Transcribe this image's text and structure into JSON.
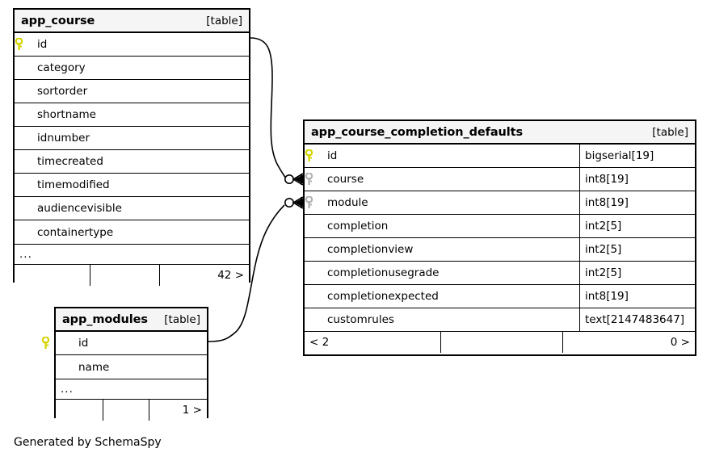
{
  "diagram": {
    "title": "SchemaSpy relationship diagram",
    "caption": "Generated by SchemaSpy",
    "background": "#ffffff",
    "line_color": "#000000",
    "header_bg": "#f5f5f5",
    "pk_key_color": "#d4d400",
    "fk_key_color": "#b3b3b3"
  },
  "tables": [
    {
      "id": "app_course",
      "name": "app_course",
      "tag": "[table]",
      "columns": [
        {
          "name": "id",
          "key": "primary",
          "type": ""
        },
        {
          "name": "category",
          "key": "none",
          "type": ""
        },
        {
          "name": "sortorder",
          "key": "none",
          "type": ""
        },
        {
          "name": "shortname",
          "key": "none",
          "type": ""
        },
        {
          "name": "idnumber",
          "key": "none",
          "type": ""
        },
        {
          "name": "timecreated",
          "key": "none",
          "type": ""
        },
        {
          "name": "timemodified",
          "key": "none",
          "type": ""
        },
        {
          "name": "audiencevisible",
          "key": "none",
          "type": ""
        },
        {
          "name": "containertype",
          "key": "none",
          "type": ""
        }
      ],
      "ellipsis": "...",
      "footer": {
        "left": "",
        "middle": "",
        "right": "42 >"
      }
    },
    {
      "id": "app_course_completion_defaults",
      "name": "app_course_completion_defaults",
      "tag": "[table]",
      "columns": [
        {
          "name": "id",
          "key": "primary",
          "type": "bigserial[19]"
        },
        {
          "name": "course",
          "key": "foreign",
          "type": "int8[19]"
        },
        {
          "name": "module",
          "key": "foreign",
          "type": "int8[19]"
        },
        {
          "name": "completion",
          "key": "none",
          "type": "int2[5]"
        },
        {
          "name": "completionview",
          "key": "none",
          "type": "int2[5]"
        },
        {
          "name": "completionusegrade",
          "key": "none",
          "type": "int2[5]"
        },
        {
          "name": "completionexpected",
          "key": "none",
          "type": "int8[19]"
        },
        {
          "name": "customrules",
          "key": "none",
          "type": "text[2147483647]"
        }
      ],
      "ellipsis": "",
      "footer": {
        "left": "< 2",
        "middle": "",
        "right": "0 >"
      }
    },
    {
      "id": "app_modules",
      "name": "app_modules",
      "tag": "[table]",
      "columns": [
        {
          "name": "id",
          "key": "primary",
          "type": ""
        },
        {
          "name": "name",
          "key": "none",
          "type": ""
        }
      ],
      "ellipsis": "...",
      "footer": {
        "left": "",
        "middle": "",
        "right": "1 >"
      }
    }
  ],
  "relationships": [
    {
      "id": "course-fk",
      "from_table": "app_course",
      "from_column": "id",
      "to_table": "app_course_completion_defaults",
      "to_column": "course",
      "cardinality": "zero-or-many"
    },
    {
      "id": "module-fk",
      "from_table": "app_modules",
      "from_column": "id",
      "to_table": "app_course_completion_defaults",
      "to_column": "module",
      "cardinality": "zero-or-many"
    }
  ]
}
